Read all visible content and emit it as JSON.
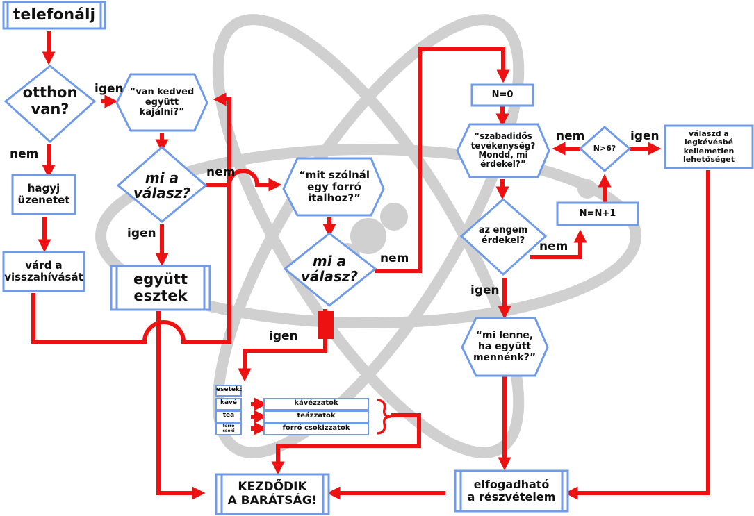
{
  "nodes": {
    "phone": "telefonálj",
    "home": "otthon\nvan?",
    "message": "hagyj\nüzenetet",
    "wait": "várd a\nvisszahívását",
    "lunch_question": "“van kedved\negyütt\nkajálni?”",
    "answer1": "mi a\nválasz?",
    "eat_together": "együtt\nesztek",
    "hot_drink": "“mit szólnál\negy forró\nitalhoz?”",
    "answer2": "mi a\nválasz?",
    "n_zero": "N=0",
    "hobby": "“szabadidős\ntevékenység?\nMondd, mi\nérdekel?”",
    "check_n": "N>6?",
    "least_bad": "válaszd a\nlegkévésbé\nkellemetlen\nlehetőséget",
    "interests_me": "az engem\nérdekel?",
    "n_inc": "N=N+1",
    "what_if": "“mi lenne,\nha együtt\nmennénk?”",
    "acceptable": "elfogadható\na részvételem",
    "friendship": "KEZDŐDIK\nA BARÁTSÁG!"
  },
  "edge_labels": {
    "home_no": "nem",
    "home_yes": "igen",
    "answer1_no": "nem",
    "answer1_yes": "igen",
    "answer2_no": "nem",
    "answer2_yes": "igen",
    "n_check_no": "nem",
    "n_check_yes": "igen",
    "interests_no": "nem",
    "interests_yes": "igen"
  },
  "cases": {
    "header": "esetek:",
    "rows": [
      {
        "case": "kávé",
        "result": "kávézzatok"
      },
      {
        "case": "tea",
        "result": "teázzatok"
      },
      {
        "case": "forró\ncsoki",
        "result": "forró csokizzatok"
      }
    ]
  },
  "colors": {
    "arrow": "#ee1111",
    "node_border": "#6f9be8",
    "atom": "#d0d0d0"
  }
}
